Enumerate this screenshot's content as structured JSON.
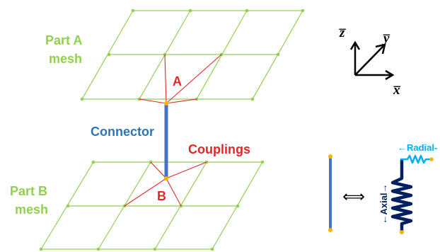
{
  "labels": {
    "part_a_line1": "Part A",
    "part_a_line2": "mesh",
    "part_b_line1": "Part B",
    "part_b_line2": "mesh",
    "connector": "Connector",
    "couplings": "Couplings",
    "node_a": "A",
    "node_b": "B",
    "equivalence": "⟺"
  },
  "axes": {
    "z": "z̅",
    "y": "y̅",
    "x": "x̅"
  },
  "spring": {
    "radial": "←Radial-",
    "axial": "←Axial→"
  },
  "colors": {
    "mesh": "#92d050",
    "coupling": "#e32626",
    "connector": "#4472c4",
    "node": "#f5b400",
    "spring": "#002060",
    "radial": "#00b0f0"
  }
}
